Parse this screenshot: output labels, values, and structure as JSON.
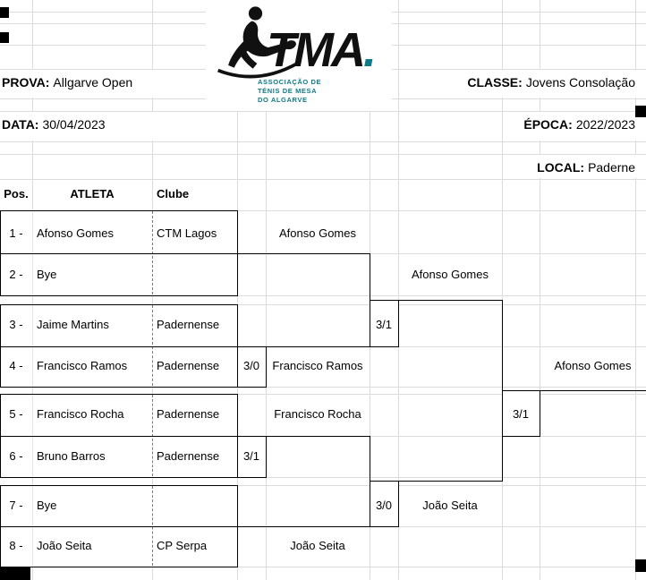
{
  "header": {
    "prova": {
      "label": "PROVA:",
      "value": "Allgarve Open"
    },
    "classe": {
      "label": "CLASSE:",
      "value": "Jovens Consolação"
    },
    "data": {
      "label": "DATA:",
      "value": "30/04/2023"
    },
    "epoca": {
      "label": "ÉPOCA:",
      "value": "2022/2023"
    },
    "local": {
      "label": "LOCAL:",
      "value": "Paderne"
    }
  },
  "logo": {
    "acronym": "TMA",
    "dot": ".",
    "org_lines": [
      "ASSOCIAÇÃO DE",
      "TÉNIS DE MESA",
      "DO ALGARVE"
    ],
    "accent_color": "#0f7a8a"
  },
  "columns": {
    "pos": "Pos.",
    "atleta": "ATLETA",
    "clube": "Clube"
  },
  "entries": [
    {
      "pos": "1 -",
      "name": "Afonso Gomes",
      "club": "CTM Lagos"
    },
    {
      "pos": "2 -",
      "name": "Bye",
      "club": ""
    },
    {
      "pos": "3 -",
      "name": "Jaime Martins",
      "club": "Padernense"
    },
    {
      "pos": "4 -",
      "name": "Francisco Ramos",
      "club": "Padernense"
    },
    {
      "pos": "5 -",
      "name": "Francisco Rocha",
      "club": "Padernense"
    },
    {
      "pos": "6 -",
      "name": "Bruno Barros",
      "club": "Padernense"
    },
    {
      "pos": "7 -",
      "name": "Bye",
      "club": ""
    },
    {
      "pos": "8 -",
      "name": "João Seita",
      "club": "CP Serpa"
    }
  ],
  "bracket": {
    "round2": [
      {
        "winner": "Afonso Gomes",
        "score": ""
      },
      {
        "winner": "Francisco Ramos",
        "score": "3/0"
      },
      {
        "winner": "Francisco Rocha",
        "score": "3/1"
      },
      {
        "winner": "João Seita",
        "score": ""
      }
    ],
    "semifinals": [
      {
        "winner": "Afonso Gomes",
        "score": "3/1"
      },
      {
        "winner": "João Seita",
        "score": "3/0"
      }
    ],
    "final": {
      "winner": "Afonso Gomes",
      "score": "3/1"
    }
  }
}
